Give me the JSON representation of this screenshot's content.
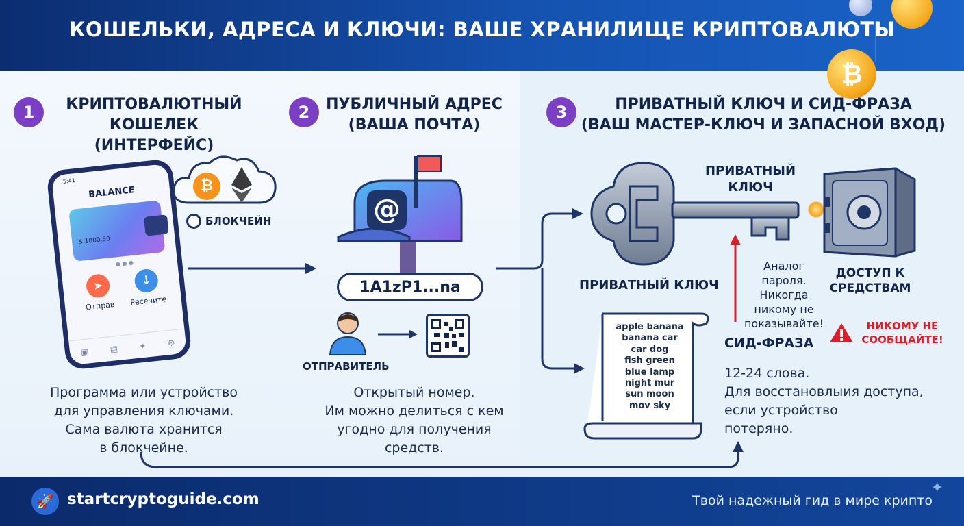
{
  "header": {
    "title": "КОШЕЛЬКИ, АДРЕСА И КЛЮЧИ: ВАШЕ ХРАНИЛИЩЕ КРИПТОВАЛЮТЫ"
  },
  "sections": [
    {
      "number": "1",
      "title_line1": "КРИПТОВАЛЮТНЫЙ",
      "title_line2": "КОШЕЛЕК (ИНТЕРФЕЙС)",
      "phone": {
        "status_time": "5:41",
        "balance_label": "BALANCE",
        "balance_value": "$,1000.50",
        "send_label": "Отправ",
        "receive_label": "Ресечите"
      },
      "cloud_label": "БЛОКЧЕЙН",
      "desc_lines": [
        "Программа или устройство",
        "для управления ключами.",
        "Сама валюта хранится",
        "в блокчейне."
      ]
    },
    {
      "number": "2",
      "title_line1": "ПУБЛИЧНЫЙ АДРЕС",
      "title_line2": "(ВАША ПОЧТА)",
      "mailbox_symbol": "@",
      "address": "1A1zP1...na",
      "sender_label": "ОТПРАВИТЕЛЬ",
      "desc_lines": [
        "Открытый номер.",
        "Им можно делиться с кем",
        "угодно для получения",
        "средств."
      ]
    },
    {
      "number": "3",
      "title_line1": "ПРИВАТНЫЙ КЛЮЧ И СИД-ФРАЗА",
      "title_line2": "(ВАШ МАСТЕР-КЛЮЧ И ЗАПАСНОЙ ВХОД)",
      "key_label_top_line1": "ПРИВАТНЫЙ",
      "key_label_top_line2": "КЛЮЧ",
      "key_label_bottom": "ПРИВАТНЫЙ КЛЮЧ",
      "safe_label_line1": "ДОСТУП К",
      "safe_label_line2": "СРЕДСТВАМ",
      "note_lines": [
        "Аналог",
        "пароля.",
        "Никогда",
        "никому не",
        "показывайте!"
      ],
      "warning_line1": "НИКОМУ НЕ",
      "warning_line2": "СООБЩАЙТЕ!",
      "seed_label": "СИД-ФРАЗА",
      "seed_words": [
        "apple  banana",
        "banana car",
        "car  dog",
        "fish  green",
        "blue  lamp",
        "night  mur",
        "sun  moon",
        "mov  sky"
      ],
      "seed_desc_lines": [
        "12-24 слова.",
        "Для восстановлыия доступа,",
        "если устройство",
        "потеряно."
      ]
    }
  ],
  "footer": {
    "site": "startcryptoguide.com",
    "tagline": "Твой надежный гид в мире крипто"
  },
  "colors": {
    "header_bg": "#0c2d70",
    "accent_purple": "#7b3fc4",
    "navy_text": "#13244a",
    "warning_red": "#d8202c",
    "arrow": "#1f3567"
  }
}
